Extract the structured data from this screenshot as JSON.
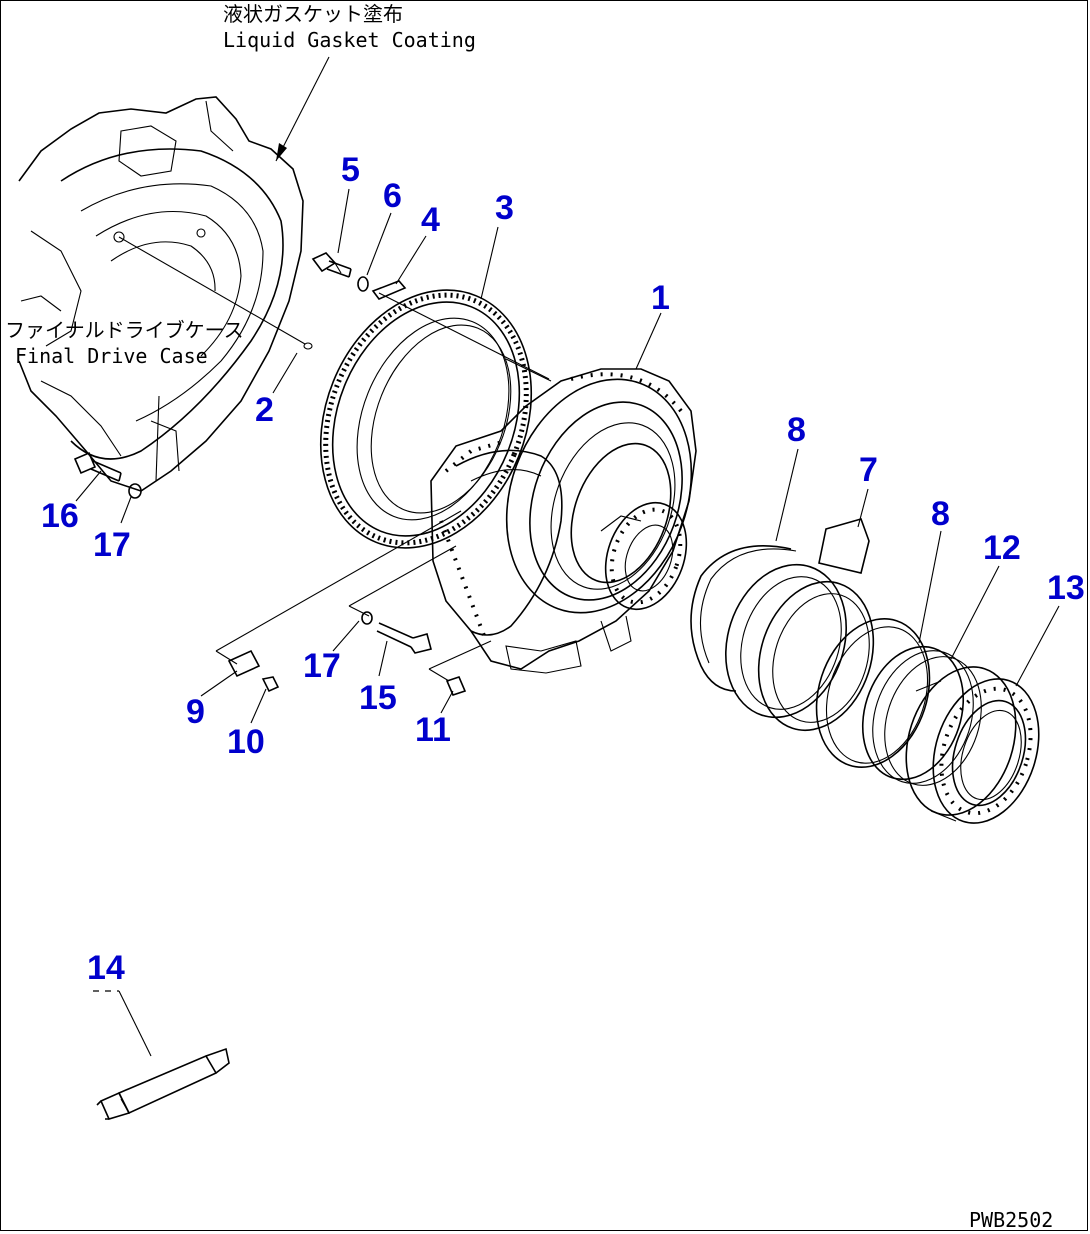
{
  "notes": {
    "gasket_jp": "液状ガスケット塗布",
    "gasket_en": "Liquid Gasket Coating",
    "case_jp": "ファイナルドライブケース",
    "case_en": "Final Drive Case"
  },
  "drawing_code": "PWB2502",
  "callouts": {
    "c1": "1",
    "c2": "2",
    "c3": "3",
    "c4": "4",
    "c5": "5",
    "c6": "6",
    "c7": "7",
    "c8a": "8",
    "c8b": "8",
    "c9": "9",
    "c10": "10",
    "c11": "11",
    "c12": "12",
    "c13": "13",
    "c14": "14",
    "c15": "15",
    "c16": "16",
    "c17a": "17",
    "c17b": "17"
  },
  "colors": {
    "callout": "#0000cc",
    "line": "#000000",
    "background": "#ffffff"
  }
}
